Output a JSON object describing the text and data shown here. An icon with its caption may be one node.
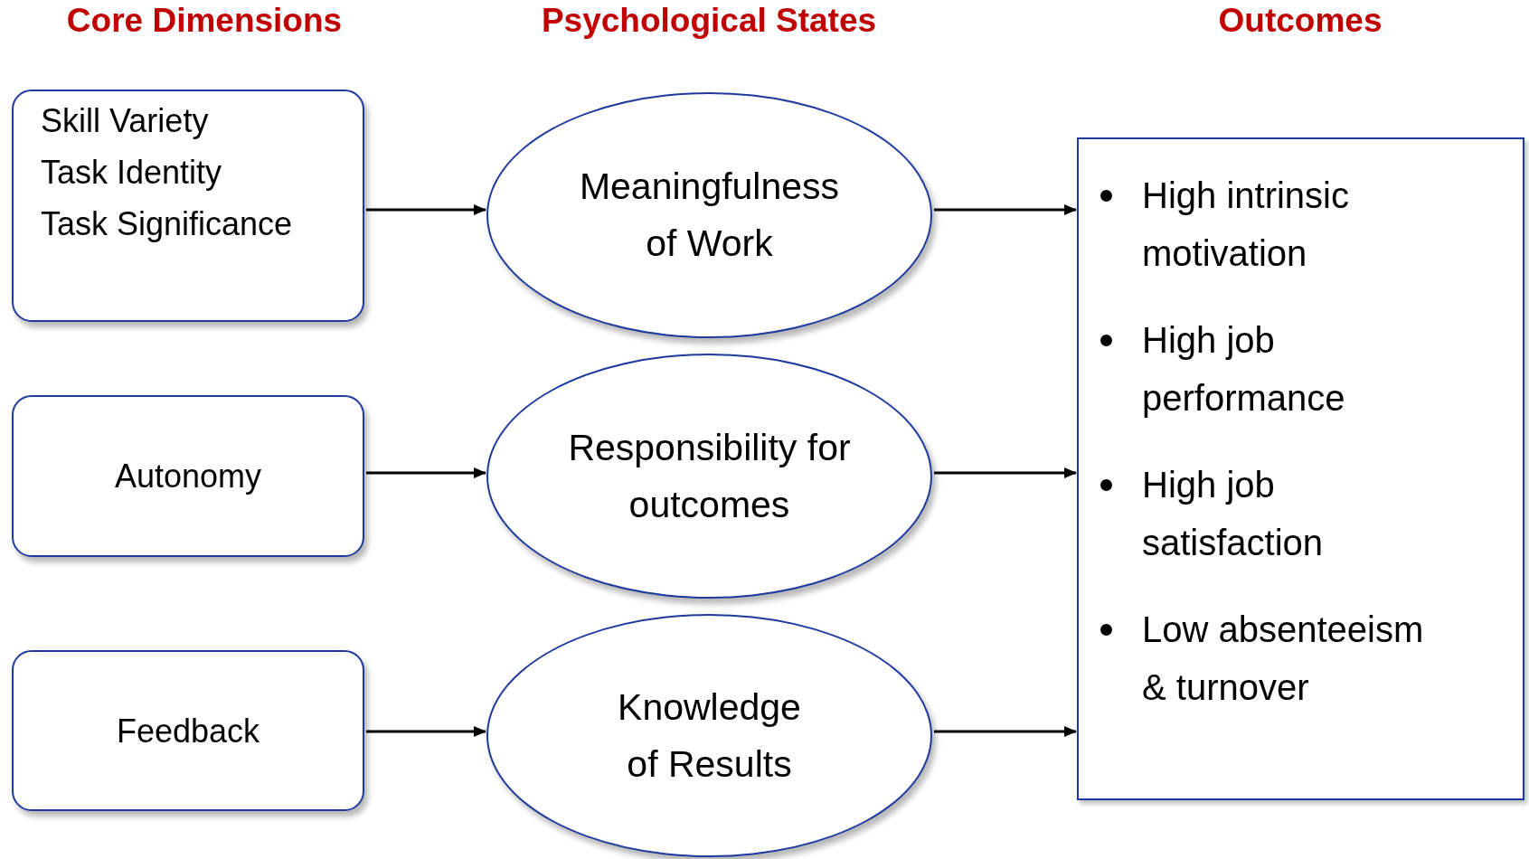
{
  "diagram": {
    "nodes": [
      {
        "text": [
          "Skill Variety",
          "Task Identity",
          "Task Significance"
        ]
      },
      {
        "text": [
          "Autonomy"
        ]
      },
      {
        "text": [
          "Feedback"
        ]
      },
      {
        "text": [
          "Meaningfulness of Work"
        ]
      },
      {
        "text": [
          "Responsibility for outcomes"
        ]
      },
      {
        "text": [
          "Knowledge of Results"
        ]
      },
      {
        "text": [
          "High intrinsic motivation",
          "High job performance",
          "High job satisfaction",
          "Low absenteeism & turnover"
        ]
      }
    ],
    "edges": [
      {
        "from": 0,
        "to": 3,
        "arrow": "to"
      },
      {
        "from": 1,
        "to": 4,
        "arrow": "to"
      },
      {
        "from": 2,
        "to": 5,
        "arrow": "to"
      },
      {
        "from": 3,
        "to": 6,
        "arrow": "to"
      },
      {
        "from": 4,
        "to": 6,
        "arrow": "to"
      },
      {
        "from": 5,
        "to": 6,
        "arrow": "to"
      }
    ],
    "labels": [
      "Core Dimensions",
      "Psychological States",
      "Outcomes"
    ]
  }
}
